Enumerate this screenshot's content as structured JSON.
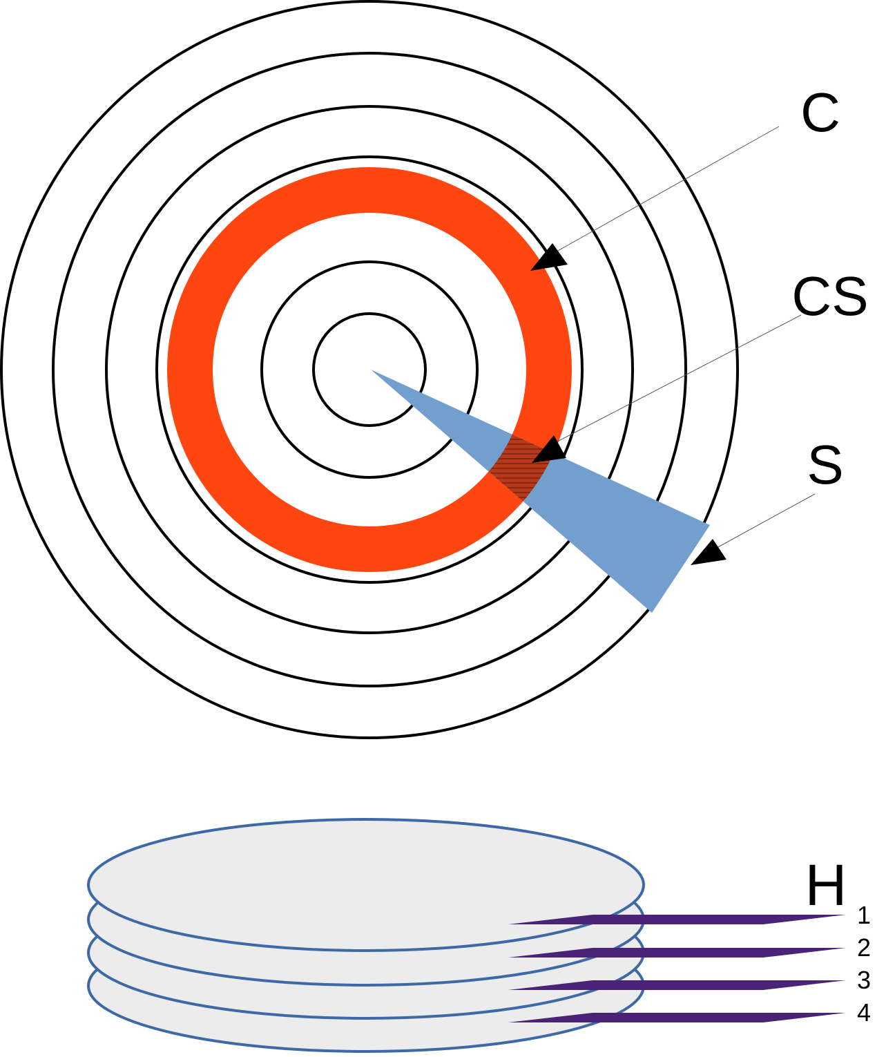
{
  "labels": {
    "cylinder": "C",
    "cylinder_sector": "CS",
    "sector": "S",
    "heads": "H",
    "head_numbers": [
      "1",
      "2",
      "3",
      "4"
    ]
  },
  "colors": {
    "track_line": "#000000",
    "cylinder_band": "#ff4510",
    "sector_wedge": "#739fcf",
    "cylinder_sector": "#b5391a",
    "platter_fill": "#ececec",
    "platter_stroke": "#3d6aa6",
    "head_arm": "#4a2377",
    "pointer_line": "#555555"
  },
  "icons": [
    "arrow-head"
  ]
}
